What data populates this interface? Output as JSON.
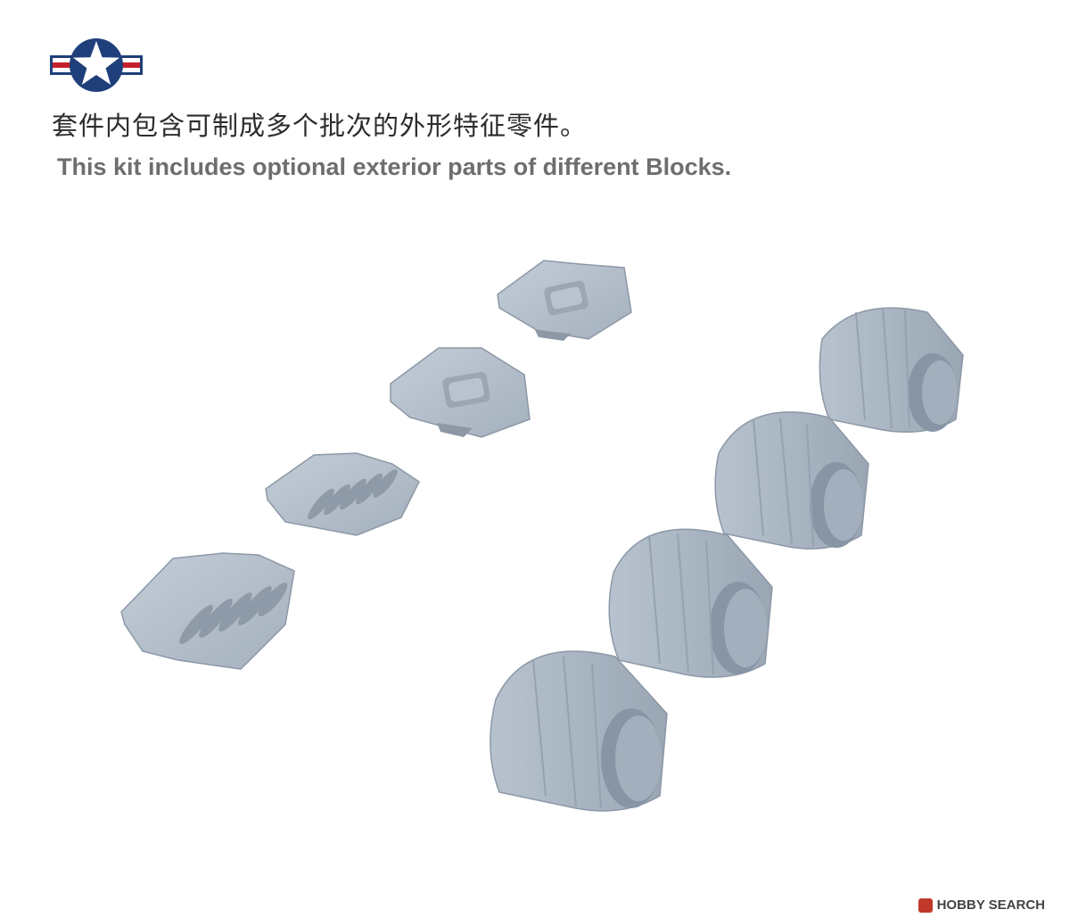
{
  "insignia": {
    "icon": "us-star-bar-roundel-icon",
    "colors": {
      "blue": "#1f3f7a",
      "red": "#c4202b",
      "white": "#ffffff"
    }
  },
  "caption": {
    "chinese": "套件内包含可制成多个批次的外形特征零件。",
    "english": "This kit includes optional exterior parts of different Blocks."
  },
  "parts_colors": {
    "plastic": "#aab6c3",
    "plastic_shadow": "#8c98a6",
    "plastic_light": "#c6d0da"
  },
  "watermark": {
    "text": "HOBBY SEARCH"
  }
}
